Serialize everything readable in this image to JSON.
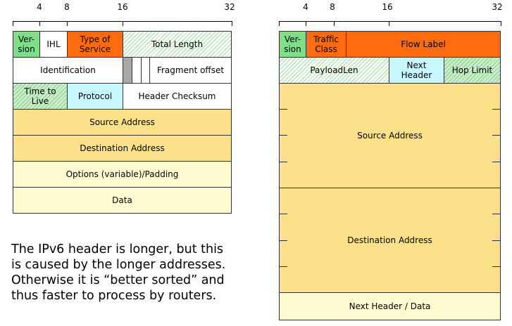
{
  "ruler_marks": [
    "4",
    "8",
    "16",
    "32"
  ],
  "ipv4": {
    "version": "Ver-\nsion",
    "ihl": "IHL",
    "tos": "Type of\nService",
    "total_length": "Total Length",
    "identification": "Identification",
    "fragment_offset": "Fragment offset",
    "ttl": "Time to\nLive",
    "protocol": "Protocol",
    "checksum": "Header Checksum",
    "source": "Source Address",
    "destination": "Destination Address",
    "options": "Options (variable)/Padding",
    "data": "Data"
  },
  "ipv6": {
    "version": "Ver-\nsion",
    "traffic_class": "Traffic\nClass",
    "flow_label": "Flow Label",
    "payload_len": "PayloadLen",
    "next_header": "Next\nHeader",
    "hop_limit": "Hop Limit",
    "source": "Source Address",
    "destination": "Destination Address",
    "next_header_data": "Next Header / Data"
  },
  "note_lines": [
    "The IPv6 header is longer, but this",
    "is caused by the longer addresses.",
    "Otherwise it is “better sorted” and",
    "thus faster to process by routers."
  ],
  "colors": {
    "version": "#7ddf87",
    "type_of_service": "#ff6c0f",
    "protocol": "#c8f8ff",
    "address": "#fde18a",
    "options": "#fffbd1",
    "flag_bit": "#a8a8a8"
  }
}
